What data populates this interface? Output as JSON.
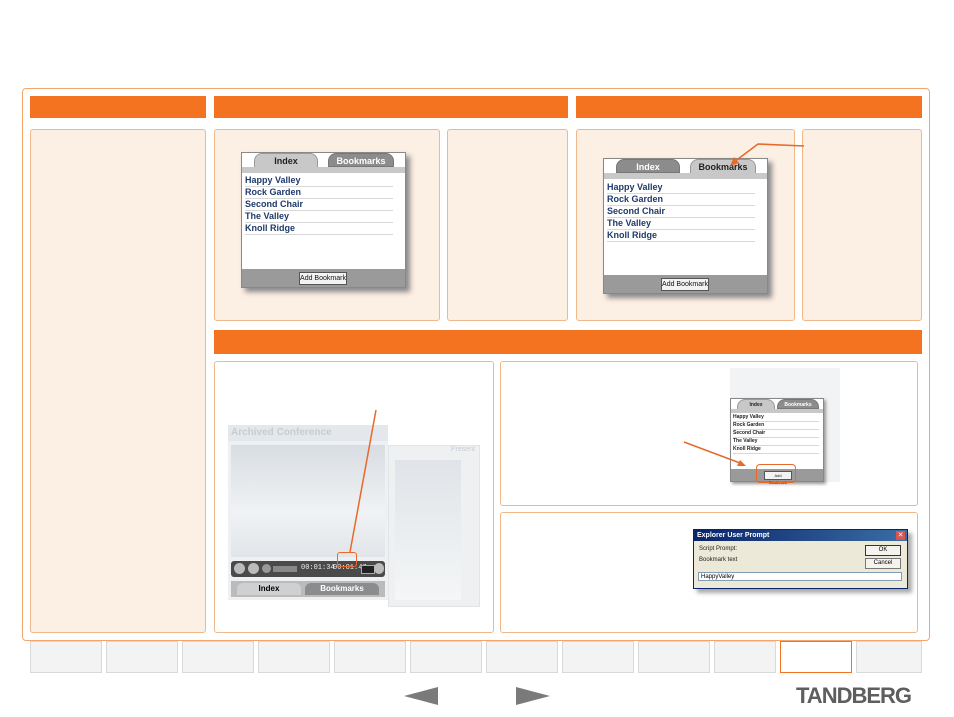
{
  "widget_top": {
    "tabs": [
      "Index",
      "Bookmarks"
    ],
    "items": [
      "Happy Valley",
      "Rock Garden",
      "Second Chair",
      "The Valley",
      "Knoll Ridge"
    ],
    "add_button": "Add Bookmark"
  },
  "widget_right": {
    "tabs": [
      "Index",
      "Bookmarks"
    ],
    "items": [
      "Happy Valley",
      "Rock Garden",
      "Second Chair",
      "The Valley",
      "Knoll Ridge"
    ],
    "add_button": "Add Bookmark"
  },
  "player": {
    "title": "Archived Conference",
    "side_label": "Present",
    "time_current": "00:01:34",
    "time_total": "00:01:47",
    "tabs": [
      "Index",
      "Bookmarks"
    ]
  },
  "widget_small": {
    "tabs": [
      "Index",
      "Bookmarks"
    ],
    "items": [
      "Happy Valley",
      "Rock Garden",
      "Second Chair",
      "The Valley",
      "Knoll Ridge"
    ],
    "add_button": "Add Bookmark"
  },
  "prompt_dialog": {
    "title": "Explorer User Prompt",
    "line1": "Script Prompt:",
    "line2": "Bookmark text",
    "ok": "OK",
    "cancel": "Cancel",
    "input_value": "HappyValley"
  },
  "footer": {
    "brand": "TANDBERG",
    "prev_icon": "left-triangle-arrow",
    "next_icon": "right-triangle-arrow"
  },
  "colors": {
    "accent": "#f47321",
    "panel_bg": "#fcefe4",
    "link": "#1f3a6b"
  }
}
